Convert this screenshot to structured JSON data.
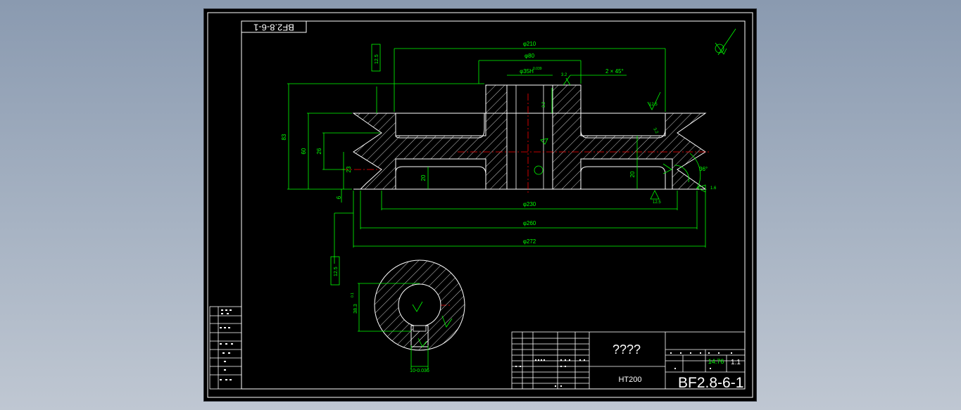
{
  "drawing": {
    "drawing_number": "BF2.8-6-1",
    "material": "HT200",
    "part_name": "????",
    "mass": "14.76",
    "scale": "1:1"
  },
  "dimensions": {
    "d210": "φ210",
    "d80": "φ80",
    "d35": "φ35H",
    "d35_tol": "0.039",
    "chamfer": "2 × 45°",
    "d230": "φ230",
    "d260": "φ260",
    "d272": "φ272",
    "h83": "83",
    "h60": "60",
    "h26": "26",
    "h23": "23",
    "h6": "6",
    "h20_left": "20",
    "h20_right": "20",
    "keyway_width": "10-0.036",
    "bore_depth": "38.3",
    "bore_tol": "0.1",
    "angle": "36°"
  },
  "surface_finish": {
    "sf125_a": "12.5",
    "sf125_b": "12.5",
    "sf125_c": "12.5",
    "sf125_d": "12.5",
    "sf32_a": "3.2",
    "sf32_b": "3.2",
    "sf32_c": "3.2",
    "sf16": "1.6"
  },
  "colors": {
    "paper": "#000000",
    "frame": "#ffffff",
    "geometry": "#ffffff",
    "dimension": "#00ff00",
    "centerline": "#ff0000",
    "hatch": "#ffffff",
    "canvas_bg": "#9aa6b8"
  }
}
